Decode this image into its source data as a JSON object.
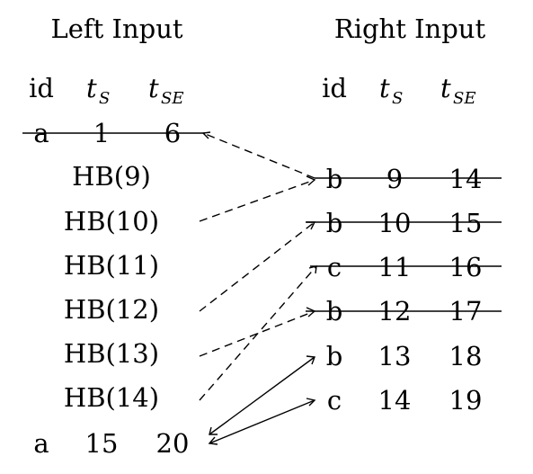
{
  "titles": {
    "left": "Left Input",
    "right": "Right Input"
  },
  "headers": {
    "id": "id",
    "ts_base": "t",
    "ts_sub": "S",
    "tse_base": "t",
    "tse_sub": "SE"
  },
  "left": {
    "row_a1": {
      "id": "a",
      "ts": "1",
      "tse": "6",
      "crossed": true
    },
    "heartbeats": [
      "HB(9)",
      "HB(10)",
      "HB(11)",
      "HB(12)",
      "HB(13)",
      "HB(14)"
    ],
    "row_a2": {
      "id": "a",
      "ts": "15",
      "tse": "20",
      "crossed": false
    }
  },
  "right": {
    "rows": [
      {
        "id": "b",
        "ts": "9",
        "tse": "14",
        "crossed": true
      },
      {
        "id": "b",
        "ts": "10",
        "tse": "15",
        "crossed": true
      },
      {
        "id": "c",
        "ts": "11",
        "tse": "16",
        "crossed": true
      },
      {
        "id": "b",
        "ts": "12",
        "tse": "17",
        "crossed": true
      },
      {
        "id": "b",
        "ts": "13",
        "tse": "18",
        "crossed": false
      },
      {
        "id": "c",
        "ts": "14",
        "tse": "19",
        "crossed": false
      }
    ]
  },
  "arrows": [
    {
      "kind": "dashed",
      "from": "right.rows.0",
      "to": "left.row_a1"
    },
    {
      "kind": "dashed",
      "from": "left.heartbeats.1",
      "to": "right.rows.0"
    },
    {
      "kind": "dashed",
      "from": "left.heartbeats.3",
      "to": "right.rows.1"
    },
    {
      "kind": "dashed",
      "from": "left.heartbeats.4",
      "to": "right.rows.3"
    },
    {
      "kind": "dashed",
      "from": "left.heartbeats.5",
      "to": "right.rows.2"
    },
    {
      "kind": "solid",
      "from": "left.row_a2",
      "to": "right.rows.4"
    },
    {
      "kind": "solid",
      "from": "left.row_a2",
      "to": "right.rows.5"
    },
    {
      "kind": "solid",
      "from": "right.rows.4",
      "to": "left.row_a2"
    },
    {
      "kind": "solid",
      "from": "right.rows.5",
      "to": "left.row_a2"
    }
  ]
}
